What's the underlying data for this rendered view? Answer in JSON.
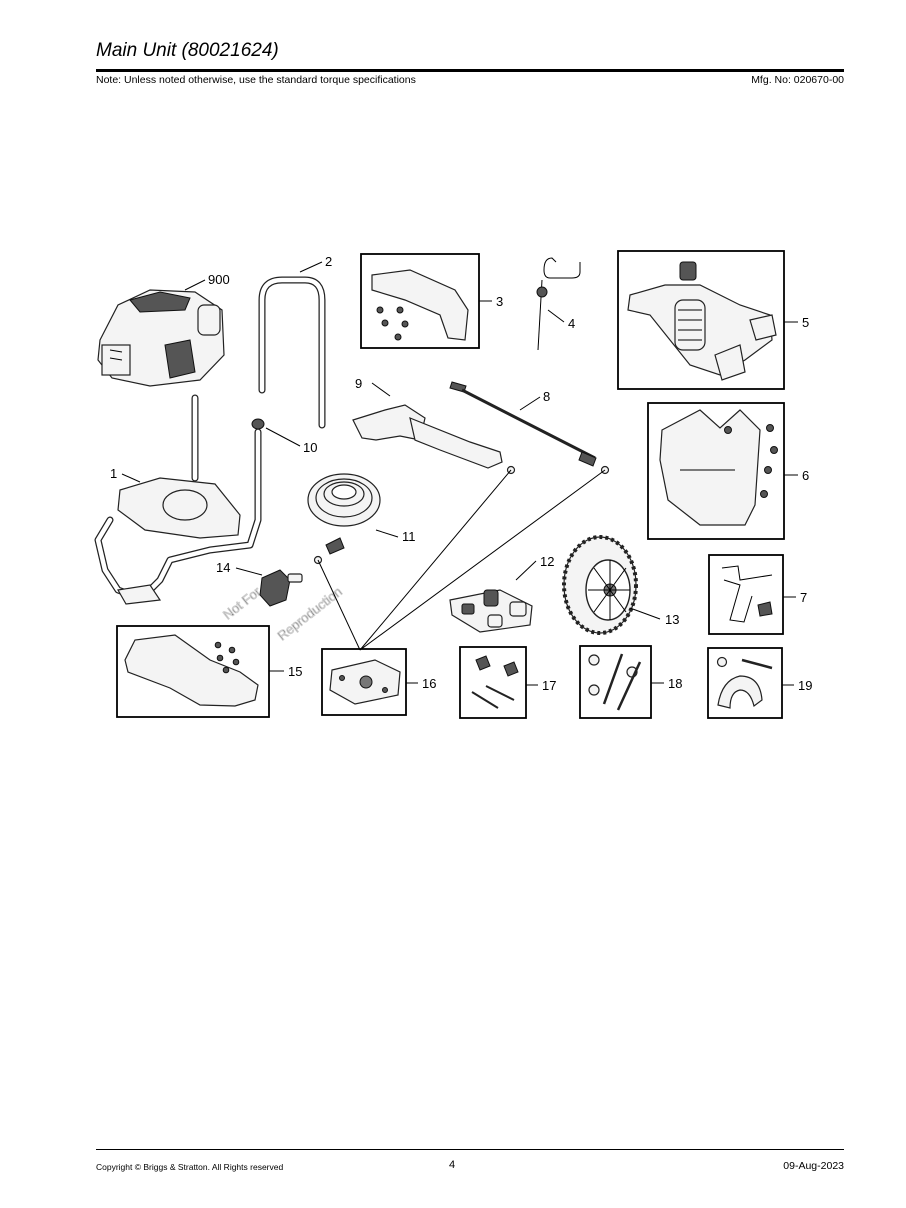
{
  "header": {
    "title": "Main Unit (80021624)",
    "note": "Note: Unless noted otherwise, use the standard torque specifications",
    "mfg_no": "Mfg. No: 020670-00"
  },
  "watermark": {
    "line1": "Not For",
    "line2": "Reproduction"
  },
  "callouts": {
    "c900": "900",
    "c1": "1",
    "c2": "2",
    "c3": "3",
    "c4": "4",
    "c5": "5",
    "c6": "6",
    "c7": "7",
    "c8": "8",
    "c9": "9",
    "c10": "10",
    "c11": "11",
    "c12": "12",
    "c13": "13",
    "c14": "14",
    "c15": "15",
    "c16": "16",
    "c17": "17",
    "c18": "18",
    "c19": "19"
  },
  "footer": {
    "copyright": "Copyright ©  Briggs & Stratton. All Rights reserved",
    "page": "4",
    "date": "09-Aug-2023"
  }
}
